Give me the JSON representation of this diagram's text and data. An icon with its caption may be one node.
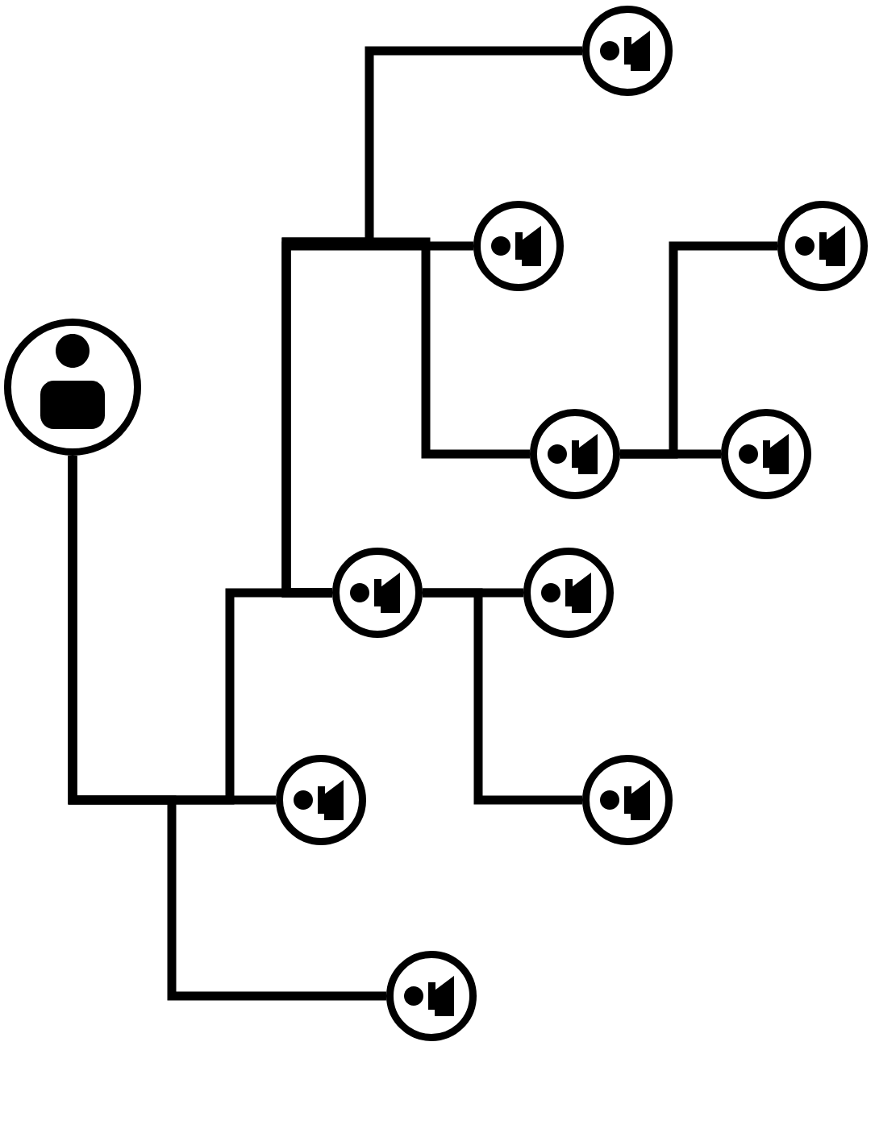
{
  "diagram": {
    "nodes": [
      {
        "text": [],
        "shape": "circle"
      },
      {
        "text": [],
        "shape": "circle"
      },
      {
        "text": [],
        "shape": "circle"
      },
      {
        "text": [],
        "shape": "circle"
      },
      {
        "text": [],
        "shape": "circle"
      },
      {
        "text": [],
        "shape": "circle"
      },
      {
        "text": [],
        "shape": "circle"
      },
      {
        "text": [],
        "shape": "circle"
      },
      {
        "text": [],
        "shape": "circle"
      },
      {
        "text": [],
        "shape": "circle"
      },
      {
        "text": [],
        "shape": "circle"
      }
    ],
    "edges": [
      {
        "from": 0,
        "to": 8,
        "arrow": "none"
      },
      {
        "from": 0,
        "to": 10,
        "arrow": "none"
      },
      {
        "from": 0,
        "to": 6,
        "arrow": "none"
      },
      {
        "from": 6,
        "to": 2,
        "arrow": "none"
      },
      {
        "from": 6,
        "to": 1,
        "arrow": "none"
      },
      {
        "from": 6,
        "to": 4,
        "arrow": "none"
      },
      {
        "from": 4,
        "to": 5,
        "arrow": "none"
      },
      {
        "from": 4,
        "to": 3,
        "arrow": "none"
      },
      {
        "from": 6,
        "to": 7,
        "arrow": "none"
      },
      {
        "from": 6,
        "to": 9,
        "arrow": "none"
      }
    ]
  }
}
